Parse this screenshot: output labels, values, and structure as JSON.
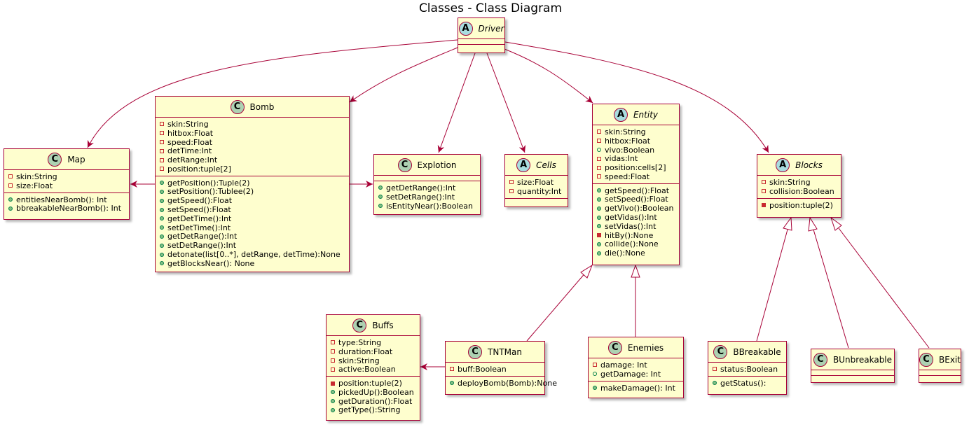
{
  "title": "Classes - Class Diagram",
  "classes": {
    "driver": {
      "name": "Driver",
      "kind": "abstract"
    },
    "map": {
      "name": "Map",
      "kind": "class",
      "fields": [
        "skin:String",
        "size:Float"
      ],
      "methods": [
        "entitiesNearBomb(): Int",
        "bbreakableNearBomb(): Int"
      ]
    },
    "bomb": {
      "name": "Bomb",
      "kind": "class",
      "fields": [
        "skin:String",
        "hitbox:Float",
        "speed:Float",
        "detTime:Int",
        "detRange:Int",
        "position:tuple[2]"
      ],
      "methods": [
        "getPosition():Tuple(2)",
        "setPosition():Tublee(2)",
        "getSpeed():Float",
        "setSpeed():Float",
        "getDetTime():Int",
        "setDetTime():Int",
        "getDetRange():Int",
        "setDetRange():Int",
        "detonate(list[0..*], detRange, detTime):None",
        "getBlocksNear(): None"
      ]
    },
    "explotion": {
      "name": "Explotion",
      "kind": "class",
      "methods": [
        "getDetRange():Int",
        "setDetRange():Int",
        "isEntityNear():Boolean"
      ]
    },
    "cells": {
      "name": "Cells",
      "kind": "abstract",
      "fields": [
        "size:Float",
        "quantity:Int"
      ]
    },
    "entity": {
      "name": "Entity",
      "kind": "abstract",
      "fields": [
        "skin:String",
        "hitbox:Float",
        "vivo:Boolean",
        "vidas:Int",
        "position:cells[2]",
        "speed:Float"
      ],
      "methods": [
        "getSpeed():Float",
        "setSpeed():Float",
        "getVivo():Boolean",
        "getVidas():Int",
        "setVidas():Int",
        "hitBy():None",
        "collide():None",
        "die():None"
      ]
    },
    "blocks": {
      "name": "Blocks",
      "kind": "abstract",
      "fields": [
        "skin:String",
        "collision:Boolean"
      ],
      "methods": [
        "position:tuple(2)"
      ]
    },
    "buffs": {
      "name": "Buffs",
      "kind": "class",
      "fields": [
        "type:String",
        "duration:Float",
        "skin:String",
        "active:Boolean"
      ],
      "methods": [
        "position:tuple(2)",
        "pickedUp():Boolean",
        "getDuration():Float",
        "getType():String"
      ]
    },
    "tntman": {
      "name": "TNTMan",
      "kind": "class",
      "fields": [
        "buff:Boolean"
      ],
      "methods": [
        "deployBomb(Bomb):None"
      ]
    },
    "enemies": {
      "name": "Enemies",
      "kind": "class",
      "fields": [
        "damage: Int",
        "getDamage: Int"
      ],
      "methods": [
        "makeDamage(): Int"
      ]
    },
    "bbreakable": {
      "name": "BBreakable",
      "kind": "class",
      "fields": [
        "status:Boolean"
      ],
      "methods": [
        "getStatus():"
      ]
    },
    "bunbreakable": {
      "name": "BUnbreakable",
      "kind": "class"
    },
    "bexit": {
      "name": "BExit",
      "kind": "class"
    }
  },
  "colors": {
    "border": "#A80036",
    "fill": "#FEFECE",
    "class_badge": "#ADD1B2",
    "abstract_badge": "#A9DCDF"
  }
}
